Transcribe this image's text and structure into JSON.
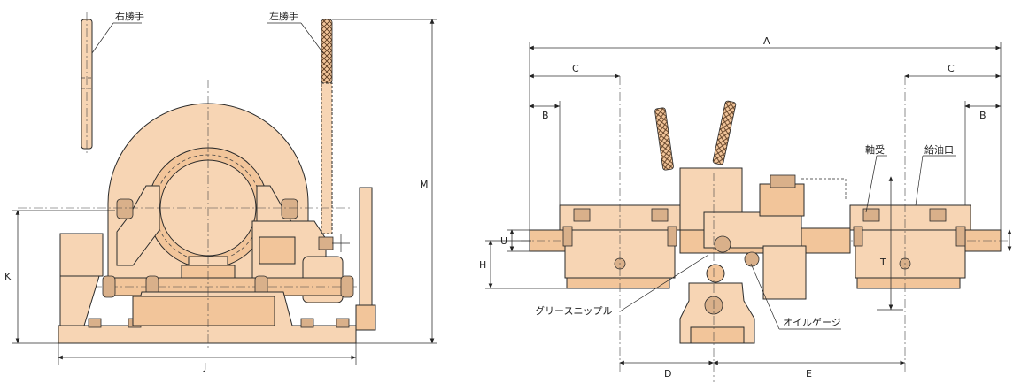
{
  "left_view": {
    "labels": {
      "right_handle": "右勝手",
      "left_handle": "左勝手"
    },
    "dims": {
      "K": "K",
      "J": "J",
      "M": "M"
    }
  },
  "right_view": {
    "labels": {
      "bearing": "軸受",
      "oil_inlet": "給油口",
      "grease_nipple": "グリースニップル",
      "oil_gauge": "オイルゲージ"
    },
    "dims": {
      "A": "A",
      "B": "B",
      "C": "C",
      "D": "D",
      "E": "E",
      "H": "H",
      "T": "T",
      "U": "U"
    }
  }
}
